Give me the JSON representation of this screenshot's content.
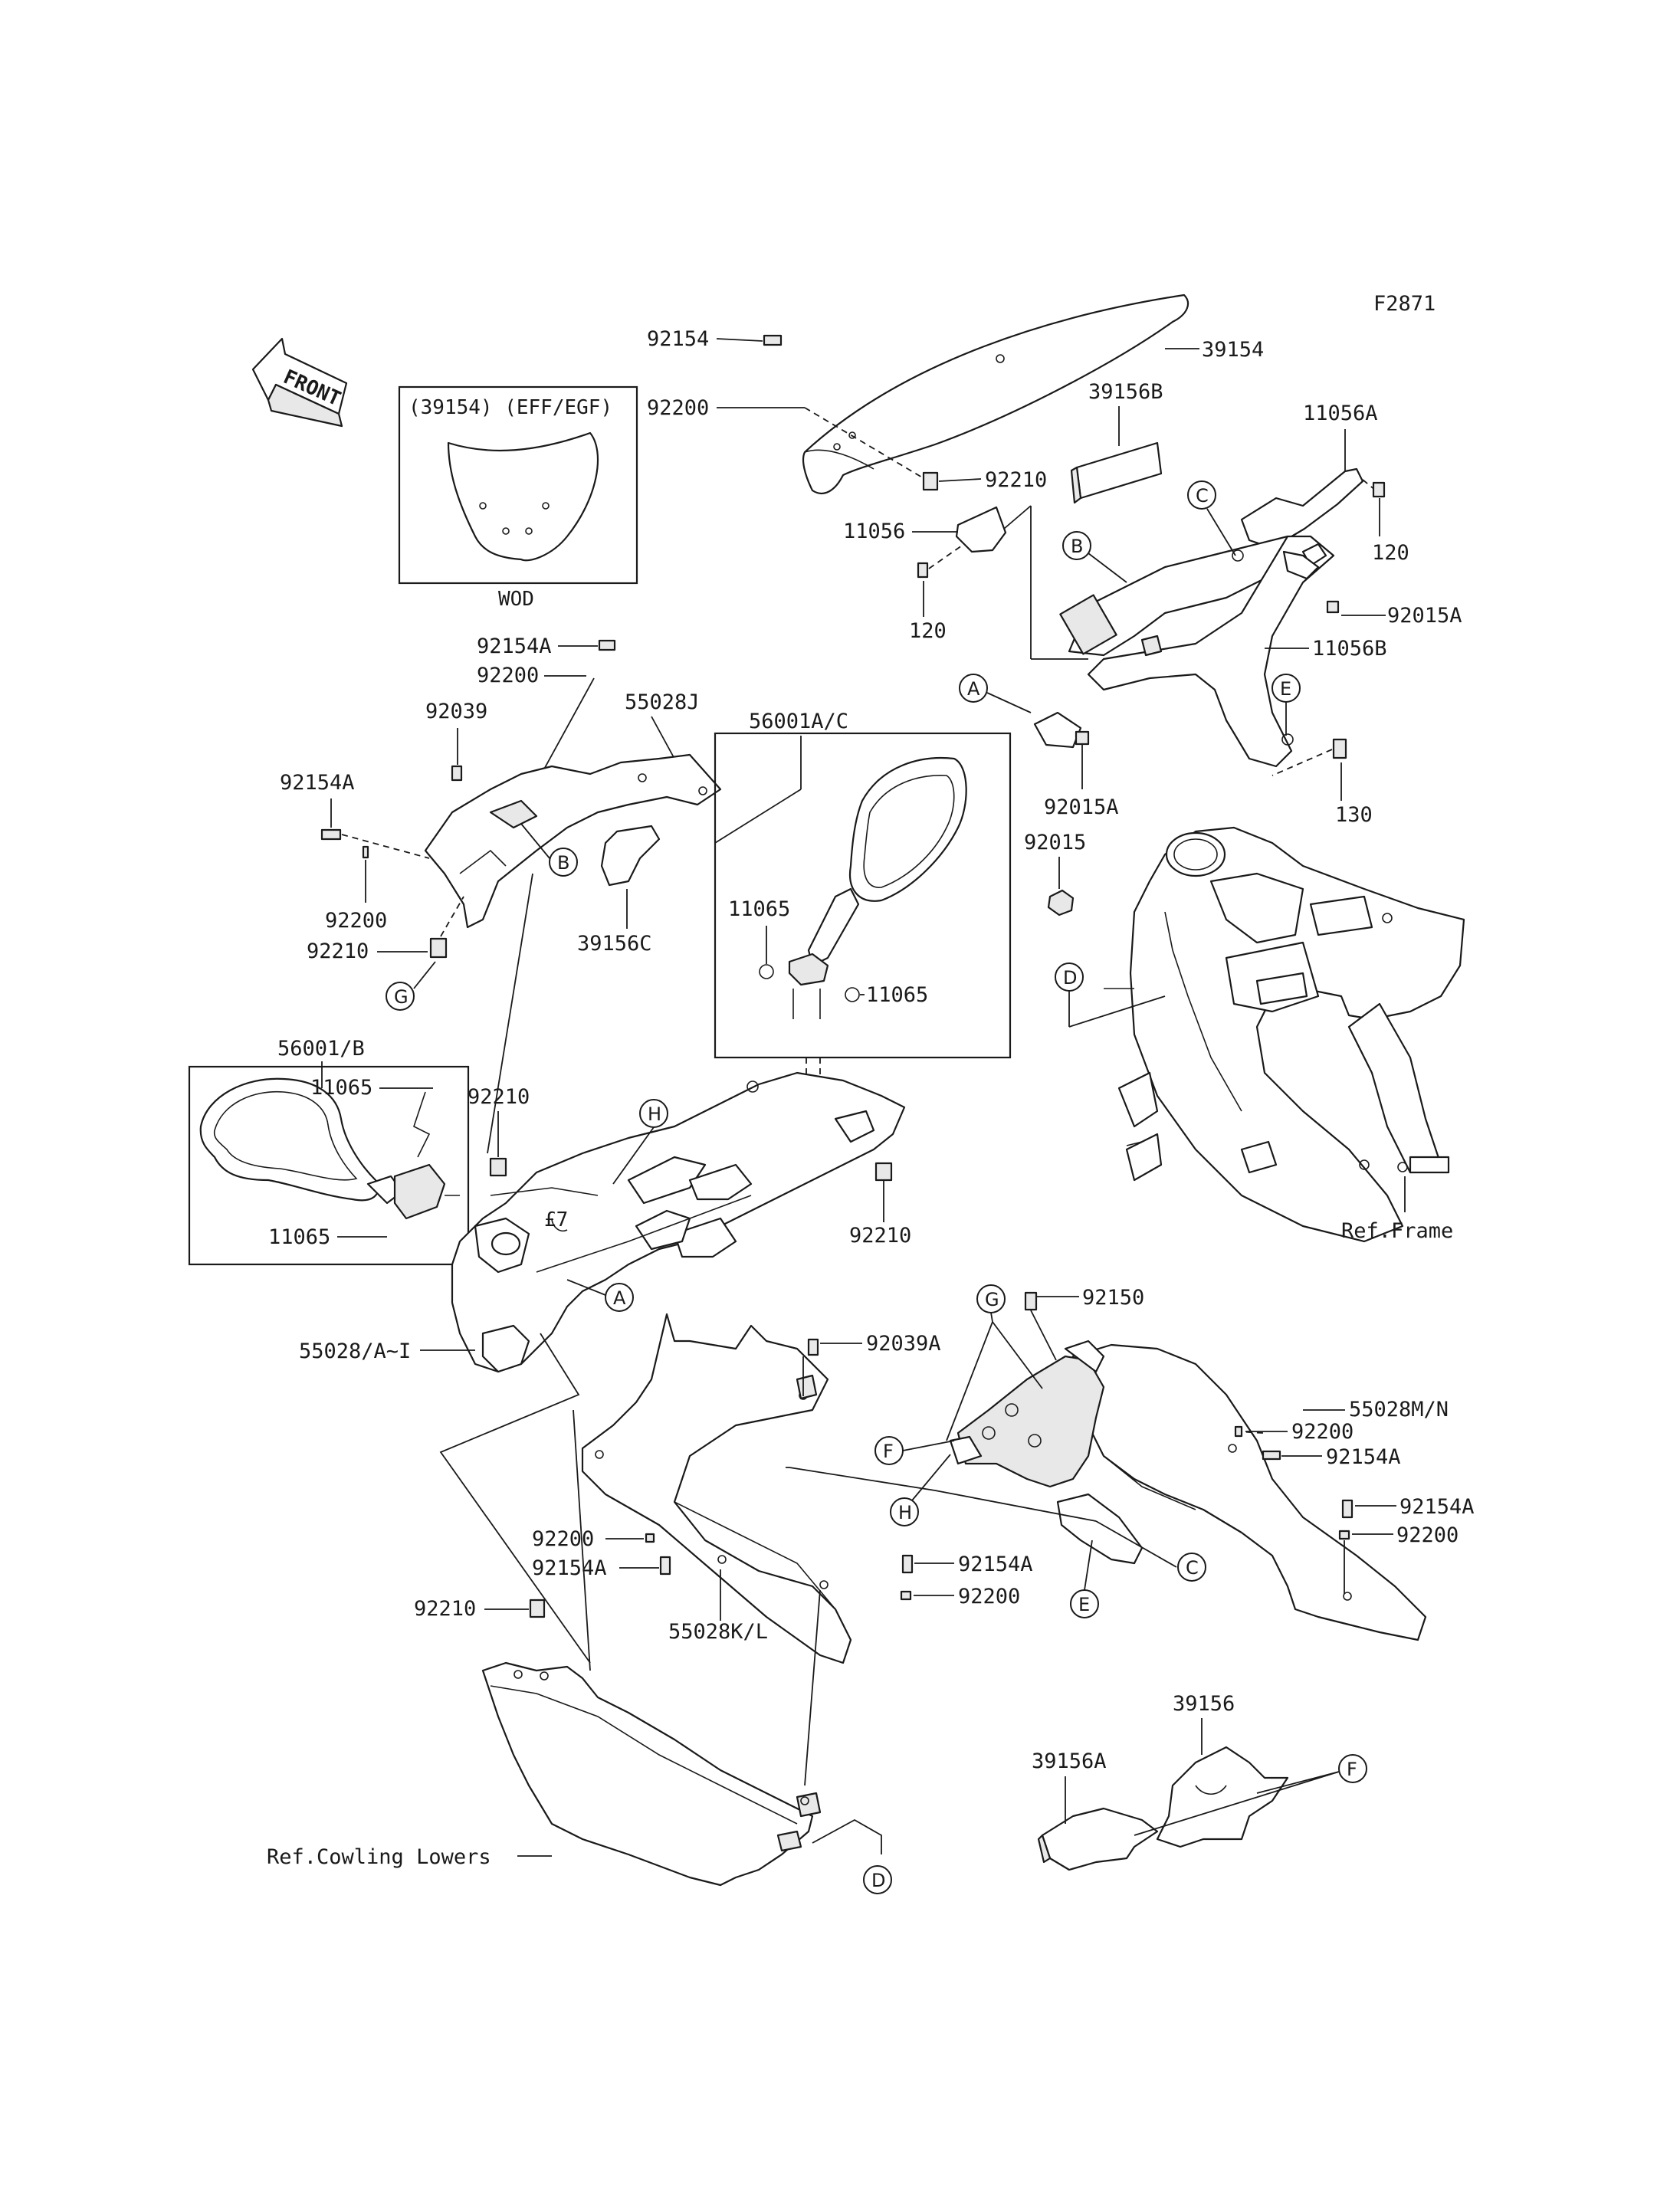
{
  "figure_id": "F2871",
  "front_badge": "FRONT",
  "variant_box": {
    "title": "(39154) (EFF/EGF)",
    "footer": "WOD"
  },
  "ref_frame": "Ref.Frame",
  "ref_cowling": "Ref.Cowling Lowers",
  "parts": {
    "p39154": "39154",
    "p92154_top": "92154",
    "p92200_top": "92200",
    "p92210_top": "92210",
    "p39156B": "39156B",
    "p11056A": "11056A",
    "p120_right": "120",
    "p11056": "11056",
    "p120_left": "120",
    "p92015A_right": "92015A",
    "p11056B": "11056B",
    "p92154A_a": "92154A",
    "p92200_a": "92200",
    "p92039": "92039",
    "p55028J": "55028J",
    "p92154A_b": "92154A",
    "p92200_b": "92200",
    "p92210_b": "92210",
    "p39156C": "39156C",
    "p56001AC": "56001A/C",
    "p11065_a": "11065",
    "p11065_b": "11065",
    "p92015A_mid": "92015A",
    "p130": "130",
    "p92015": "92015",
    "p56001B": "56001/B",
    "p11065_c": "11065",
    "p11065_d": "11065",
    "p92210_c": "92210",
    "p92210_d": "92210",
    "p55028AI": "55028/A~I",
    "p92039A": "92039A",
    "p92150": "92150",
    "p55028MN": "55028M/N",
    "p92200_c": "92200",
    "p92154A_c": "92154A",
    "p92154A_d": "92154A",
    "p92200_d": "92200",
    "p92200_e": "92200",
    "p92154A_e": "92154A",
    "p92154A_f": "92154A",
    "p92200_f": "92200",
    "p55028KL": "55028K/L",
    "p92210_e": "92210",
    "p39156": "39156",
    "p39156A": "39156A"
  },
  "callouts": {
    "A1": "A",
    "A2": "A",
    "B1": "B",
    "B2": "B",
    "C1": "C",
    "C2": "C",
    "D1": "D",
    "D2": "D",
    "E1": "E",
    "E2": "E",
    "F1": "F",
    "F2": "F",
    "G1": "G",
    "G2": "G",
    "H1": "H",
    "H2": "H"
  }
}
